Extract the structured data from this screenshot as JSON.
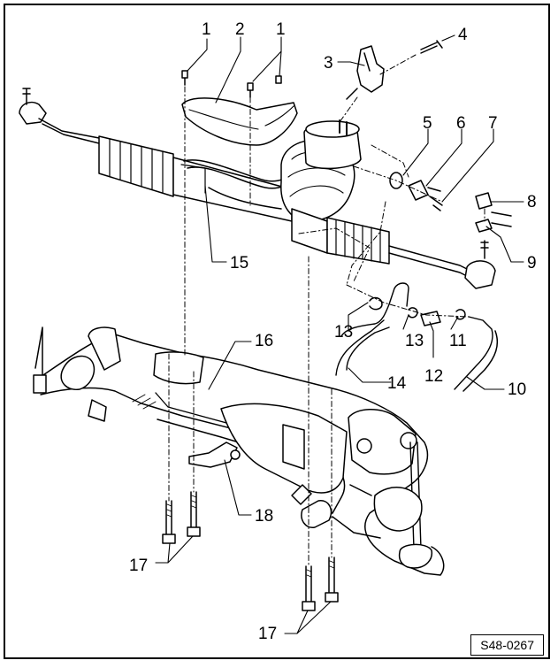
{
  "diagram": {
    "figure_code": "S48-0267",
    "callouts": [
      {
        "id": "c1a",
        "label": "1"
      },
      {
        "id": "c2",
        "label": "2"
      },
      {
        "id": "c1b",
        "label": "1"
      },
      {
        "id": "c4",
        "label": "4"
      },
      {
        "id": "c3",
        "label": "3"
      },
      {
        "id": "c5",
        "label": "5"
      },
      {
        "id": "c6",
        "label": "6"
      },
      {
        "id": "c7",
        "label": "7"
      },
      {
        "id": "c8",
        "label": "8"
      },
      {
        "id": "c9",
        "label": "9"
      },
      {
        "id": "c15",
        "label": "15"
      },
      {
        "id": "c16",
        "label": "16"
      },
      {
        "id": "c13a",
        "label": "13"
      },
      {
        "id": "c13b",
        "label": "13"
      },
      {
        "id": "c11",
        "label": "11"
      },
      {
        "id": "c12",
        "label": "12"
      },
      {
        "id": "c14",
        "label": "14"
      },
      {
        "id": "c10",
        "label": "10"
      },
      {
        "id": "c18",
        "label": "18"
      },
      {
        "id": "c17a",
        "label": "17"
      },
      {
        "id": "c17b",
        "label": "17"
      }
    ]
  }
}
